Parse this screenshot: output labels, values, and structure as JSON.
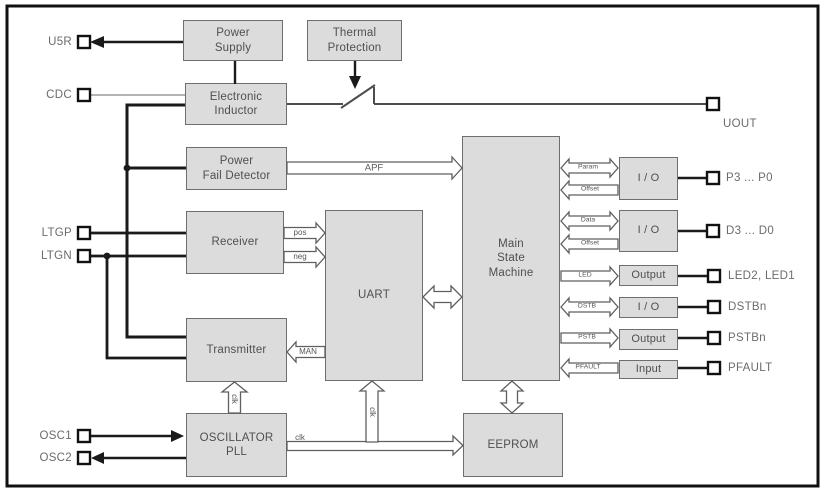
{
  "blocks": {
    "power_supply": "Power\nSupply",
    "thermal_protection": "Thermal\nProtection",
    "electronic_inductor": "Electronic\nInductor",
    "power_fail_detector": "Power\nFail Detector",
    "receiver": "Receiver",
    "transmitter": "Transmitter",
    "uart": "UART",
    "main_state_machine": "Main\nState\nMachine",
    "oscillator_pll": "OSCILLATOR\nPLL",
    "eeprom": "EEPROM",
    "io_param": "I / O",
    "io_data": "I / O",
    "output_led": "Output",
    "io_dstb": "I / O",
    "output_pstb": "Output",
    "input_pfault": "Input"
  },
  "pins": {
    "left": [
      {
        "label": "U5R"
      },
      {
        "label": "CDC"
      },
      {
        "label": "LTGP"
      },
      {
        "label": "LTGN"
      },
      {
        "label": "OSC1"
      },
      {
        "label": "OSC2"
      }
    ],
    "right": [
      {
        "label": "UOUT"
      },
      {
        "label": "P3 ... P0"
      },
      {
        "label": "D3 ... D0"
      },
      {
        "label": "LED2, LED1"
      },
      {
        "label": "DSTBn"
      },
      {
        "label": "PSTBn"
      },
      {
        "label": "PFAULT"
      }
    ]
  },
  "signals": {
    "apf": "APF",
    "pos": "pos",
    "neg": "neg",
    "man": "MAN",
    "clk_transmitter": "clk",
    "clk_uart": "clk",
    "clk_bus": "clk",
    "param": "Param",
    "offset_param": "Offset",
    "data": "Data",
    "offset_data": "Offset",
    "led": "LED",
    "dstb": "DSTB",
    "pstb": "PSTB",
    "pfault": "PFAULT"
  },
  "colors": {
    "block_fill": "#dcdcdc",
    "block_border": "#6e6e6e",
    "wire_black": "#1a1a1a",
    "arrow_outline": "#5f5f5f",
    "text_gray": "#555555"
  }
}
